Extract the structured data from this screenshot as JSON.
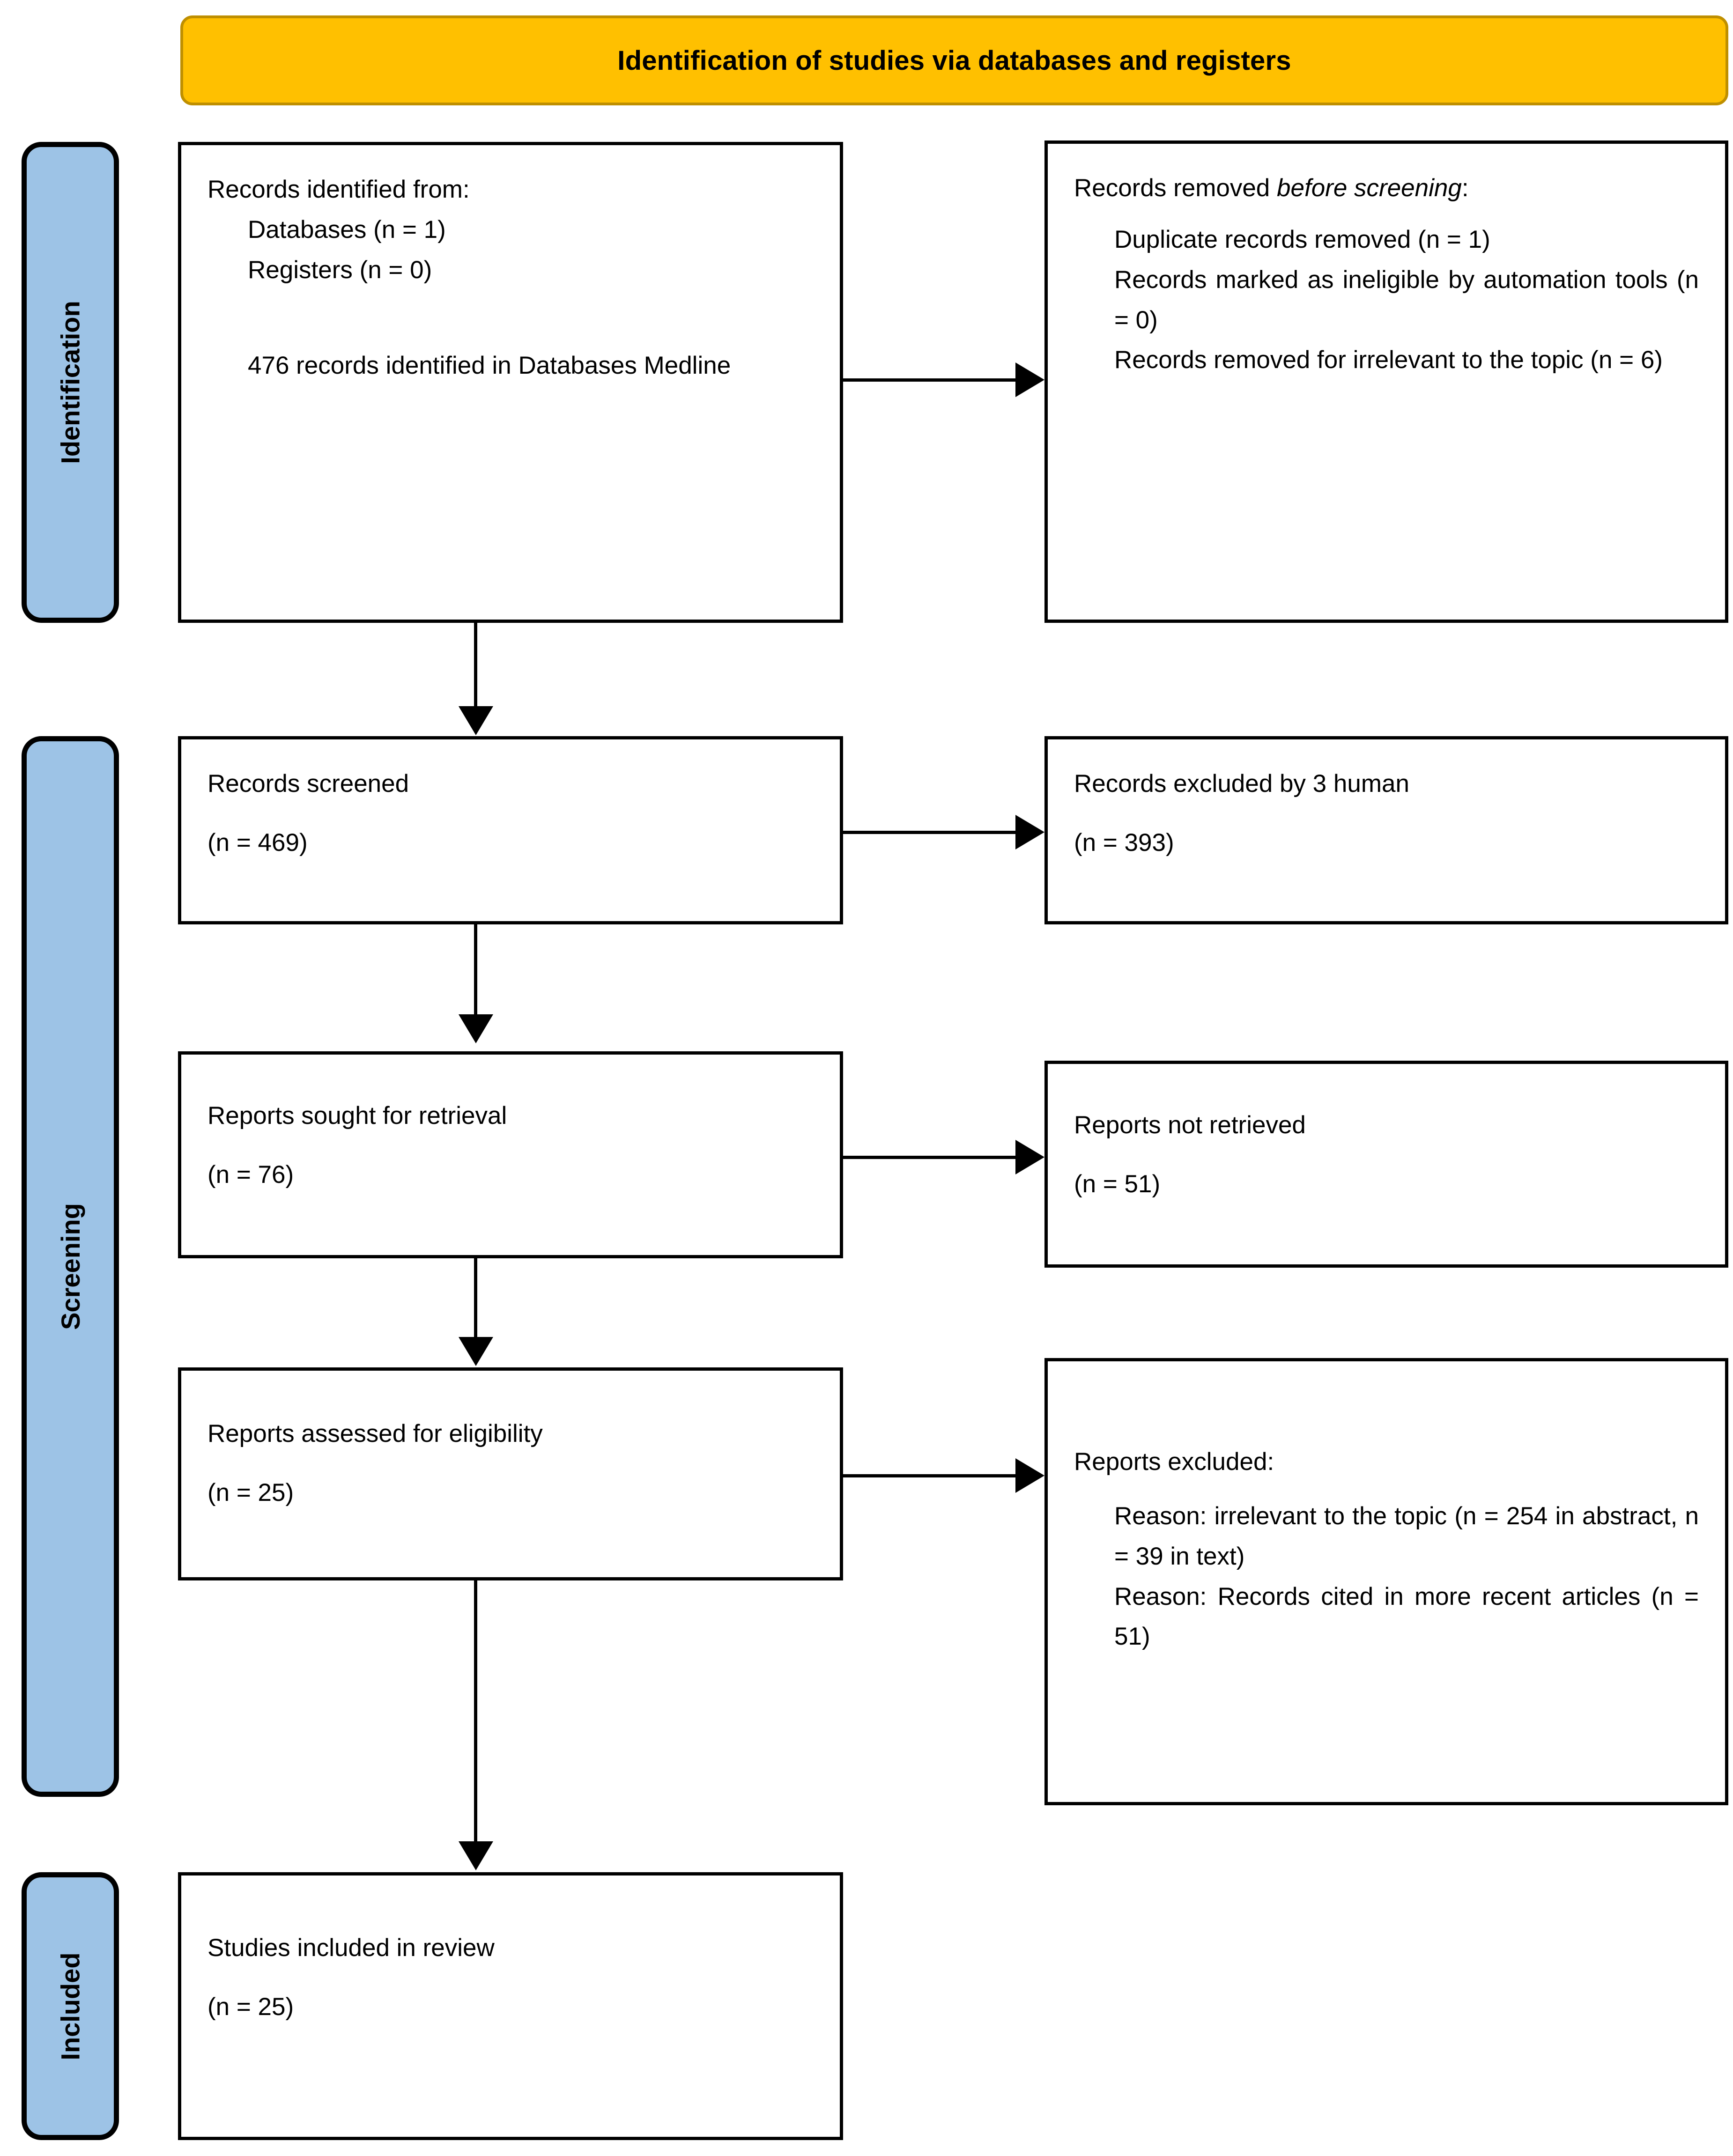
{
  "banner": {
    "title": "Identification of studies via databases and registers"
  },
  "stages": [
    {
      "id": "identification",
      "label": "Identification"
    },
    {
      "id": "screening",
      "label": "Screening"
    },
    {
      "id": "included",
      "label": "Included"
    }
  ],
  "boxes": {
    "records_identified": {
      "heading": "Records identified from:",
      "line_databases": "Databases (n = 1)",
      "line_registers": "Registers (n = 0)",
      "line_extra": "476 records identified in Databases Medline"
    },
    "records_removed": {
      "heading_plain": "Records removed ",
      "heading_italic": "before screening",
      "heading_colon": ":",
      "line_duplicate": "Duplicate records removed   (n = 1)",
      "line_automation": "Records marked as ineligible by automation tools (n = 0)",
      "line_irrelevant": "Records removed for irrelevant to the topic (n = 6)"
    },
    "records_screened": {
      "title": "Records screened",
      "count": "(n = 469)"
    },
    "records_excluded": {
      "title": "Records excluded by 3 human",
      "count": "(n = 393)"
    },
    "reports_sought": {
      "title": "Reports sought for retrieval",
      "count": "(n = 76)"
    },
    "reports_not_retrieved": {
      "title": "Reports not retrieved",
      "count": "(n = 51)"
    },
    "reports_assessed": {
      "title": "Reports assessed for eligibility",
      "count": "(n = 25)"
    },
    "reports_excluded": {
      "heading": "Reports excluded:",
      "reason_1": "Reason: irrelevant to the topic (n = 254 in abstract, n = 39 in text)",
      "reason_2": "Reason:   Records cited in more recent articles (n = 51)"
    },
    "studies_included": {
      "title": "Studies included in review",
      "count": "(n = 25)"
    }
  },
  "colors": {
    "banner_fill": "#FFC000",
    "banner_border": "#BF8F00",
    "stage_fill": "#9DC3E6",
    "box_border": "#000000",
    "background": "#FFFFFF"
  }
}
